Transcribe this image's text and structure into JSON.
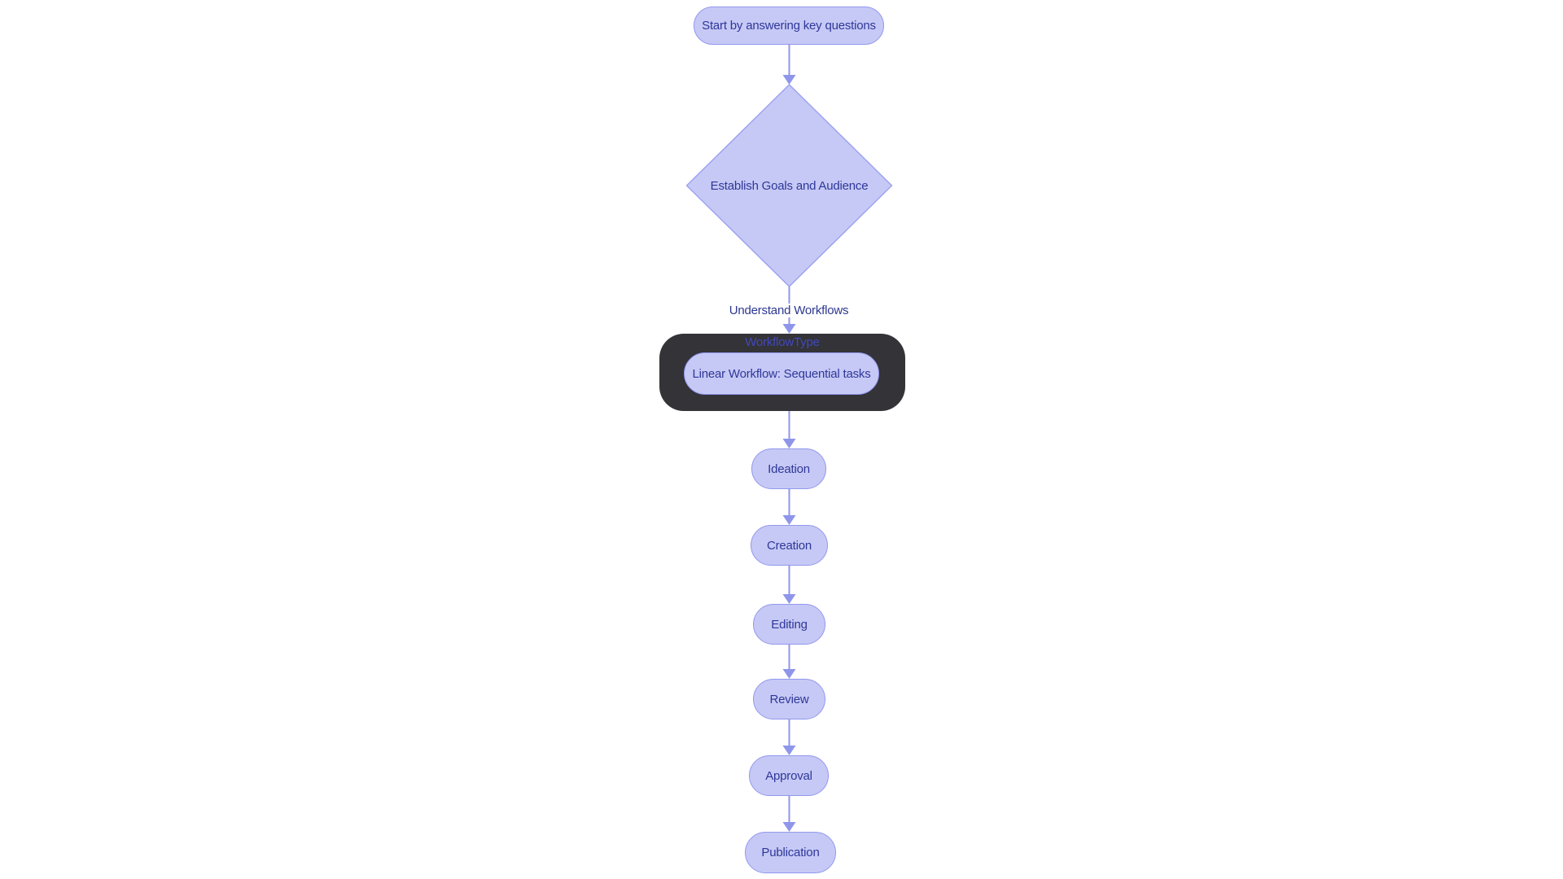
{
  "colors": {
    "background": "#ffffff",
    "node_fill": "#c6c9f5",
    "node_border": "#9298ee",
    "node_text": "#2f3799",
    "edge": "#8f96ea",
    "edge_label_text": "#2d3790",
    "cluster_background": "#333338",
    "cluster_label_text": "#4348bb"
  },
  "flowchart": {
    "start_node": {
      "label": "Start by answering key questions",
      "shape": "rounded-pill"
    },
    "decision_node": {
      "label": "Establish Goals and Audience",
      "shape": "diamond"
    },
    "edge_label": "Understand Workflows",
    "cluster": {
      "label": "WorkflowType",
      "node": {
        "label": "Linear Workflow: Sequential tasks",
        "shape": "rounded-pill"
      }
    },
    "steps": [
      {
        "label": "Ideation"
      },
      {
        "label": "Creation"
      },
      {
        "label": "Editing"
      },
      {
        "label": "Review"
      },
      {
        "label": "Approval"
      },
      {
        "label": "Publication"
      }
    ]
  }
}
